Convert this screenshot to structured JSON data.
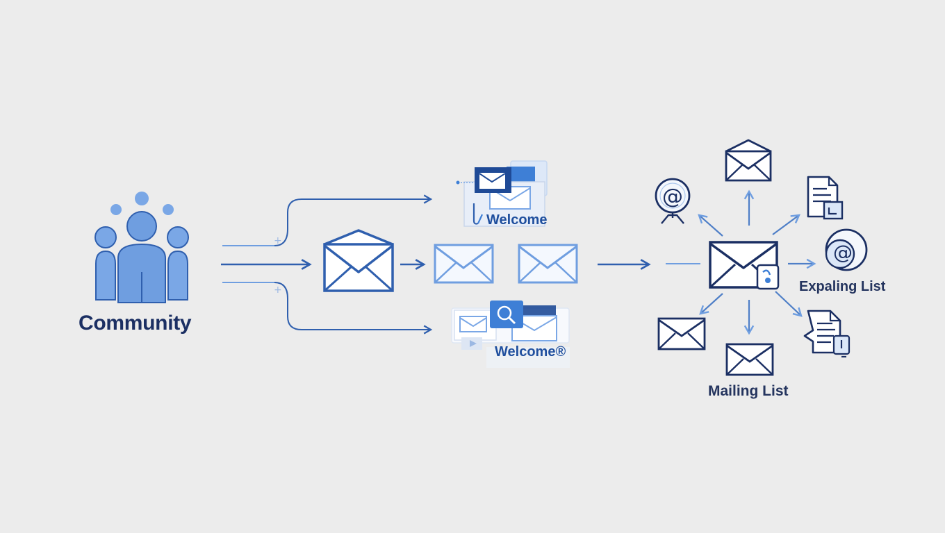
{
  "labels": {
    "community": "Community",
    "welcome_top": "Welcome",
    "welcome_bottom": "Welcome®",
    "expanding_list": "Expaling List",
    "mailing_list": "Mailing List"
  },
  "icons": {
    "group": "people-group-icon",
    "envelope": "envelope-icon",
    "search": "magnifier-icon",
    "at": "at-sign-icon",
    "document": "document-icon",
    "lock": "lock-icon"
  },
  "colors": {
    "background": "#ececec",
    "navy": "#1b2f63",
    "blue": "#2f5fae",
    "light_blue": "#6f9ee0",
    "pale_blue": "#dbe7f8",
    "accent": "#3e7fd6"
  }
}
